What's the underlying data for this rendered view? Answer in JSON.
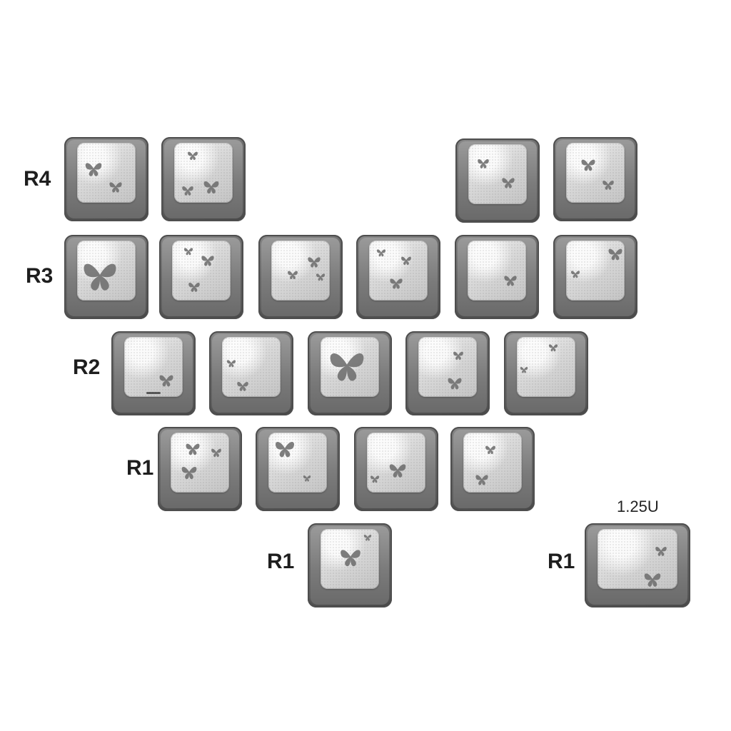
{
  "row_labels": {
    "r4": "R4",
    "r3": "R3",
    "r2": "R2",
    "r1_a": "R1",
    "r1_b": "R1",
    "r1_c": "R1"
  },
  "size_label": "1.25U",
  "keycap_color": "#6f6f6f",
  "keycap_top_color": "#d9d9d9",
  "motif": "butterfly-icon"
}
